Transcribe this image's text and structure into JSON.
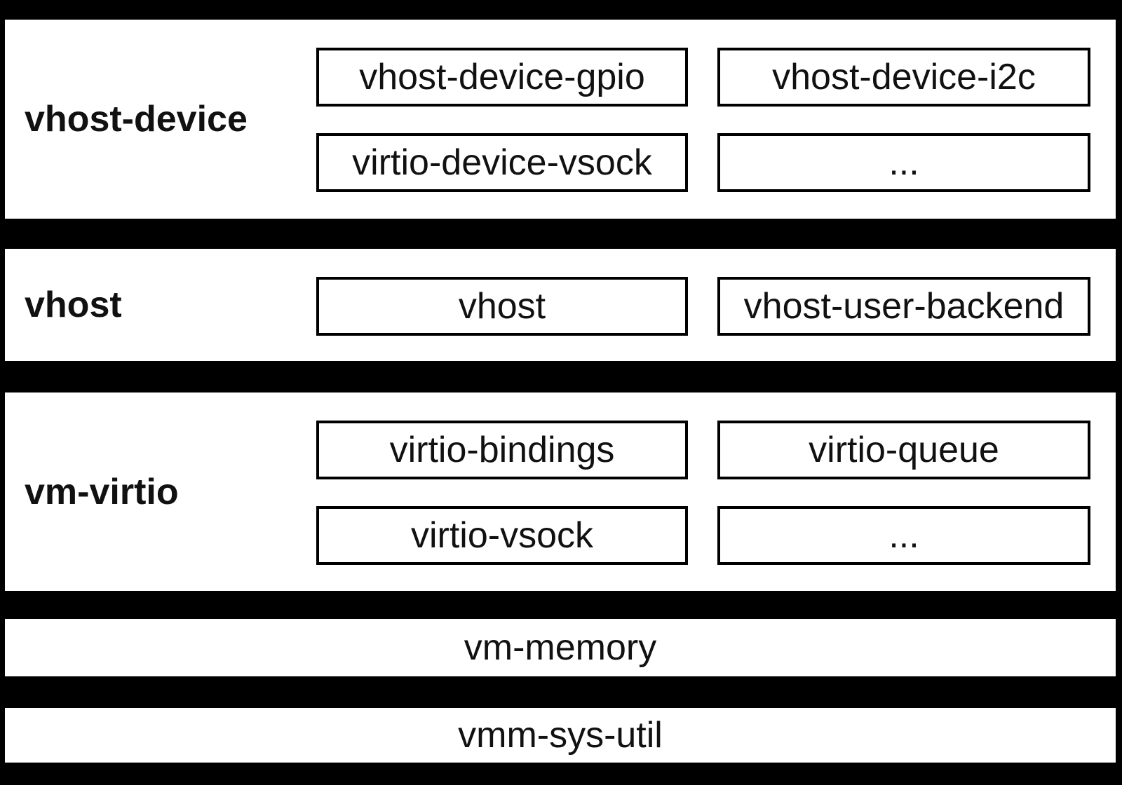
{
  "diagram": {
    "title_hint": "rust-vmm crate layer stack",
    "colors": {
      "background": "#000000",
      "band": "#ffffff",
      "border": "#000000",
      "text": "#111111"
    },
    "layers": [
      {
        "label": "vhost-device",
        "boxes": [
          "vhost-device-gpio",
          "vhost-device-i2c",
          "virtio-device-vsock",
          "..."
        ]
      },
      {
        "label": "vhost",
        "boxes": [
          "vhost",
          "vhost-user-backend"
        ]
      },
      {
        "label": "vm-virtio",
        "boxes": [
          "virtio-bindings",
          "virtio-queue",
          "virtio-vsock",
          "..."
        ]
      },
      {
        "label": "vm-memory",
        "boxes": []
      },
      {
        "label": "vmm-sys-util",
        "boxes": []
      }
    ]
  }
}
